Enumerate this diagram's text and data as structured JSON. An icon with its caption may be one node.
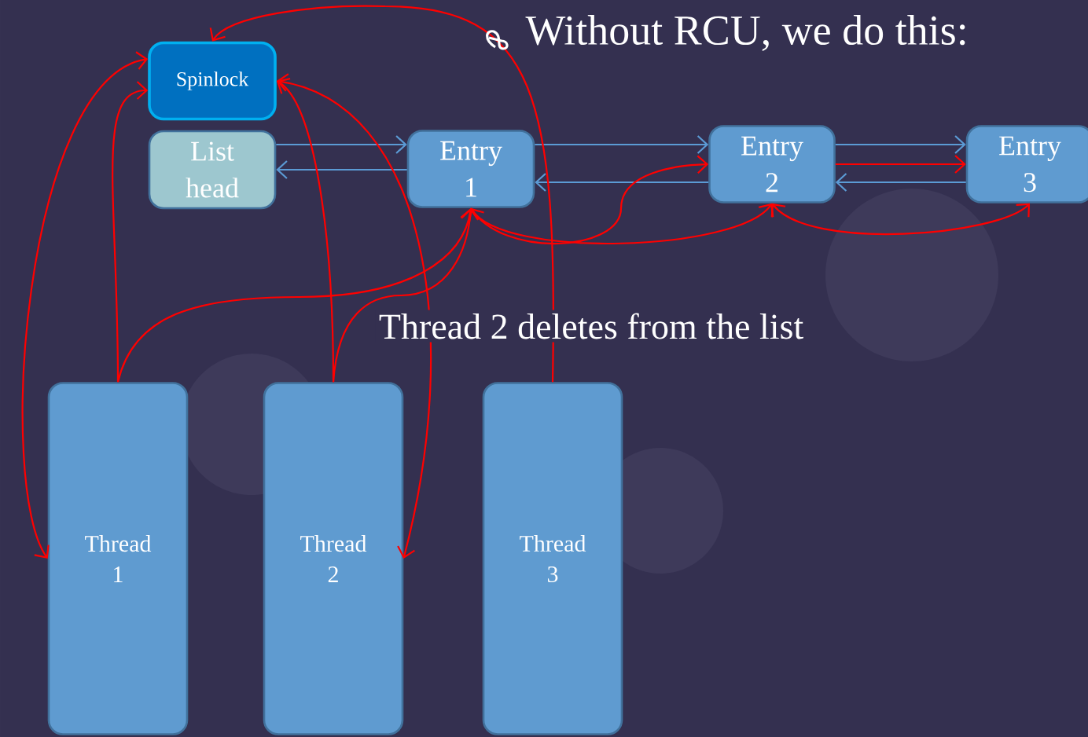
{
  "diagram": {
    "title": "Without RCU, we do this:",
    "nodes": [
      {
        "text": [
          "Spinlock"
        ]
      },
      {
        "text": [
          "List head"
        ]
      },
      {
        "text": [
          "Entry 1"
        ]
      },
      {
        "text": [
          "Entry 2"
        ]
      },
      {
        "text": [
          "Entry 3"
        ]
      },
      {
        "text": [
          "Thread 1"
        ]
      },
      {
        "text": [
          "Thread 2"
        ]
      },
      {
        "text": [
          "Thread 3"
        ]
      }
    ],
    "edges": [
      {
        "from": 1,
        "to": 2,
        "arrow": "to",
        "color": "#5b9bd5"
      },
      {
        "from": 2,
        "to": 1,
        "arrow": "to",
        "color": "#5b9bd5"
      },
      {
        "from": 2,
        "to": 3,
        "arrow": "to",
        "color": "#5b9bd5"
      },
      {
        "from": 3,
        "to": 2,
        "arrow": "to",
        "color": "#5b9bd5"
      },
      {
        "from": 3,
        "to": 4,
        "arrow": "to",
        "color": "#5b9bd5"
      },
      {
        "from": 4,
        "to": 3,
        "arrow": "to",
        "color": "#5b9bd5"
      },
      {
        "from": 5,
        "to": 0,
        "arrow": "to"
      },
      {
        "from": 0,
        "to": 5,
        "arrow": "both"
      },
      {
        "from": 5,
        "to": 2,
        "arrow": "to"
      },
      {
        "from": 6,
        "to": 0,
        "arrow": "to"
      },
      {
        "from": 6,
        "to": 2,
        "arrow": "to"
      },
      {
        "from": 0,
        "to": 6,
        "arrow": "both"
      },
      {
        "from": 7,
        "to": 0,
        "arrow": "to"
      },
      {
        "from": 2,
        "to": 3,
        "arrow": "to"
      },
      {
        "from": 3,
        "to": 4,
        "arrow": "to"
      },
      {
        "from": 2,
        "to": 3,
        "arrow": "both"
      },
      {
        "from": 3,
        "to": 4,
        "arrow": "both"
      }
    ],
    "labels": [
      "Thread 2 deletes from the list"
    ]
  }
}
